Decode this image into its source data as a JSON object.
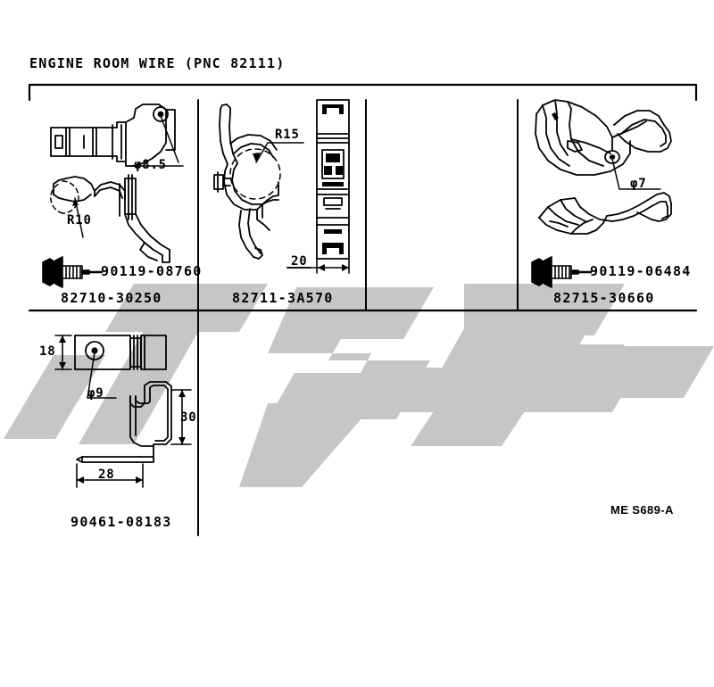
{
  "diagram": {
    "title": "ENGINE ROOM WIRE (PNC 82111)",
    "reference_code": "ME S689-A",
    "watermark_text": "TSC",
    "watermark_color": "#c6c6c6",
    "line_color": "#000000",
    "background_color": "#ffffff"
  },
  "cells": [
    {
      "id": "cell-82710-30250",
      "part_number": "82710-30250",
      "bolt_number": "90119-08760",
      "callouts": [
        {
          "label": "φ8.5"
        },
        {
          "label": "R10"
        }
      ]
    },
    {
      "id": "cell-82711-3A570",
      "part_number": "82711-3A570",
      "bolt_number": "",
      "callouts": [
        {
          "label": "R15"
        },
        {
          "label": "20"
        }
      ]
    },
    {
      "id": "cell-82715-30660",
      "part_number": "82715-30660",
      "bolt_number": "90119-06484",
      "callouts": [
        {
          "label": "φ7"
        }
      ]
    },
    {
      "id": "cell-90461-08183",
      "part_number": "90461-08183",
      "bolt_number": "",
      "callouts": [
        {
          "label": "18"
        },
        {
          "label": "φ9"
        },
        {
          "label": "30"
        },
        {
          "label": "28"
        }
      ]
    }
  ]
}
